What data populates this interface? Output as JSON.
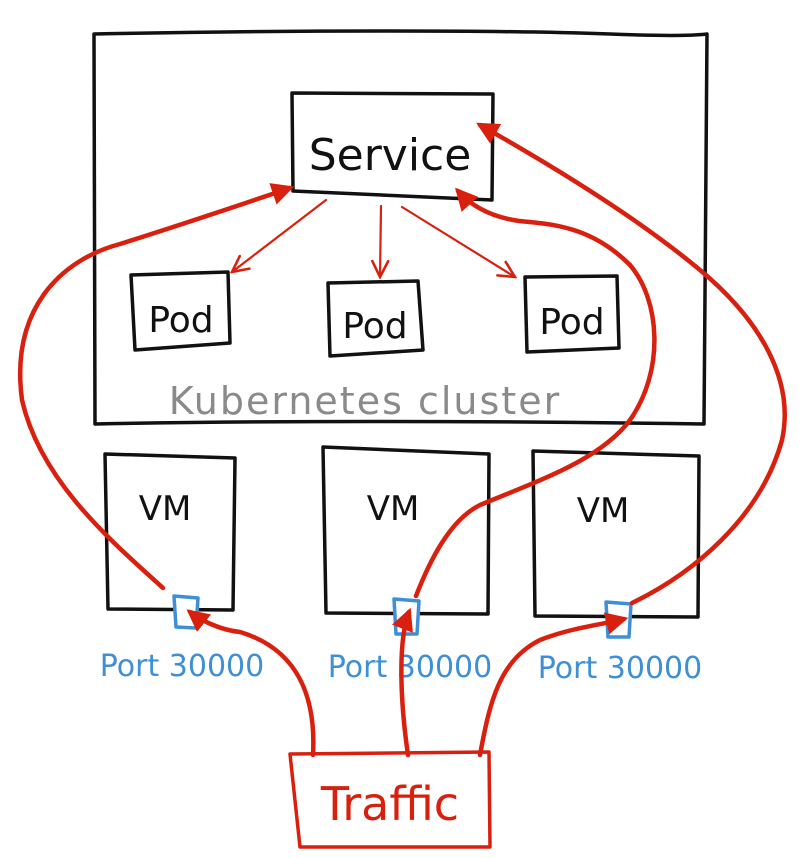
{
  "colors": {
    "ink": "#111111",
    "traffic": "#d9200f",
    "port": "#3e8fd6",
    "cluster_label": "#8a8a8a"
  },
  "cluster": {
    "label": "Kubernetes cluster"
  },
  "service": {
    "label": "Service"
  },
  "pods": [
    {
      "label": "Pod"
    },
    {
      "label": "Pod"
    },
    {
      "label": "Pod"
    }
  ],
  "vms": [
    {
      "label": "VM",
      "port_label": "Port 30000"
    },
    {
      "label": "VM",
      "port_label": "Port 30000"
    },
    {
      "label": "VM",
      "port_label": "Port 30000"
    }
  ],
  "traffic": {
    "label": "Traffic"
  },
  "edges": [
    {
      "from": "traffic",
      "to": "vm-1-port"
    },
    {
      "from": "traffic",
      "to": "vm-2-port"
    },
    {
      "from": "traffic",
      "to": "vm-3-port"
    },
    {
      "from": "vm-1-port",
      "to": "service"
    },
    {
      "from": "vm-2-port",
      "to": "service"
    },
    {
      "from": "vm-3-port",
      "to": "service"
    },
    {
      "from": "service",
      "to": "pod-1"
    },
    {
      "from": "service",
      "to": "pod-2"
    },
    {
      "from": "service",
      "to": "pod-3"
    }
  ]
}
